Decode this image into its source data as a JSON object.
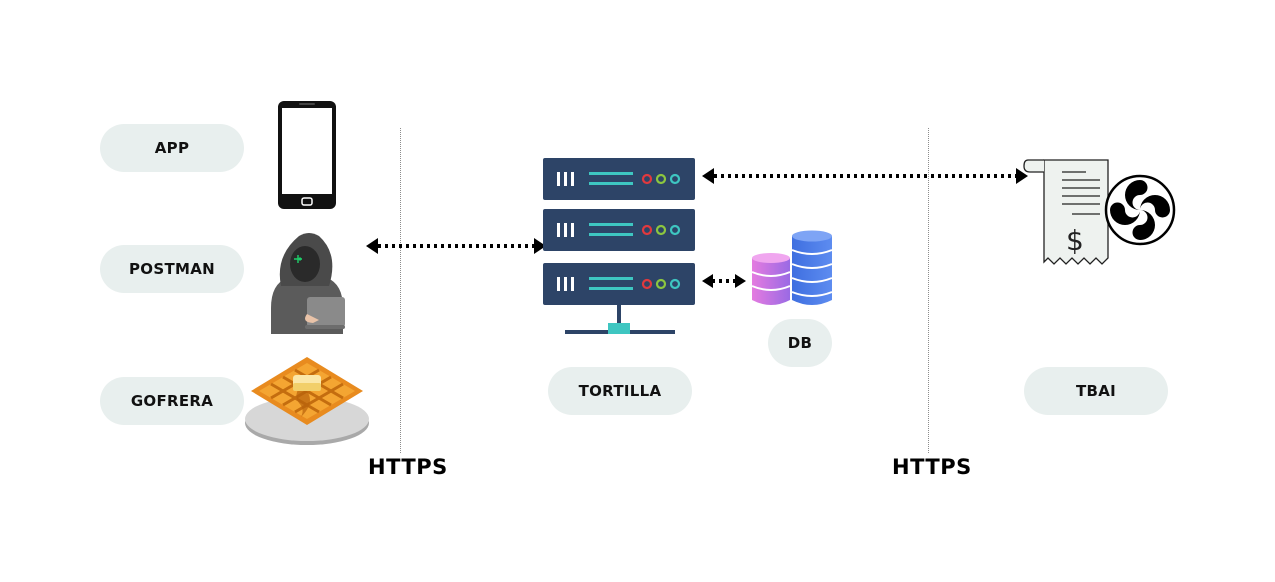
{
  "clients": [
    {
      "label": "APP"
    },
    {
      "label": "POSTMAN"
    },
    {
      "label": "GOFRERA"
    }
  ],
  "server": {
    "label": "TORTILLA"
  },
  "database": {
    "label": "DB"
  },
  "external": {
    "label": "TBAI"
  },
  "protocols": [
    {
      "label": "HTTPS"
    },
    {
      "label": "HTTPS"
    }
  ],
  "colors": {
    "pill_bg": "#e8efee",
    "server_navy": "#2d4467",
    "server_accent": "#3ec6c1",
    "db_blue": "#3f6fe0",
    "db_pink": "#d86ad8"
  },
  "icons": [
    "smartphone-icon",
    "hacker-icon",
    "waffle-icon",
    "server-rack-icon",
    "database-icon",
    "receipt-icon",
    "lauburu-icon"
  ]
}
